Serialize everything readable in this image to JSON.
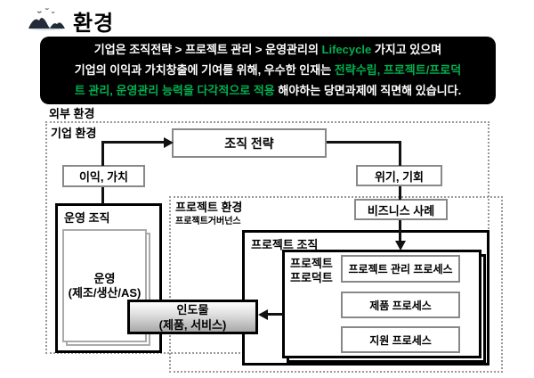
{
  "header": {
    "title": "환경",
    "icon": "islands-icon"
  },
  "intro": {
    "highlight_color": "#00B050",
    "line1_pre": "기업은  조직전략 > 프로젝트 관리 > 운영관리의 ",
    "line1_highlight": "Lifecycle",
    "line1_post": " 가지고 있으며",
    "line2_pre": "기업의 이익과 가치창출에 기여를 위해, 우수한 인재는 ",
    "line2_highlight": "전략수립, 프로젝트/프로덕",
    "line3_highlight": "트 관리, 운영관리 능력을 다각적으로 적용",
    "line3_post": " 해야하는 당면과제에 직면해 있습니다."
  },
  "diagram": {
    "external_env_label": "외부 환경",
    "corporate_env_label": "기업 환경",
    "project_env_label": "프로젝트 환경",
    "project_governance_label": "프로젝트거버넌스",
    "org_strategy": "조직 전략",
    "profit_value": "이익, 가치",
    "crisis_opportunity": "위기, 기회",
    "business_case": "비즈니스 사례",
    "ops_org_label": "운영 조직",
    "ops_page_line1": "운영",
    "ops_page_line2": "(제조/생산/AS)",
    "deliverable_line1": "인도물",
    "deliverable_line2": "(제품, 서비스)",
    "project_org_label": "프로젝트 조직",
    "project_product_line1": "프로젝트",
    "project_product_line2": "프로덕트",
    "processes": [
      "프로젝트 관리 프로세스",
      "제품 프로세스",
      "지원 프로세스"
    ]
  }
}
